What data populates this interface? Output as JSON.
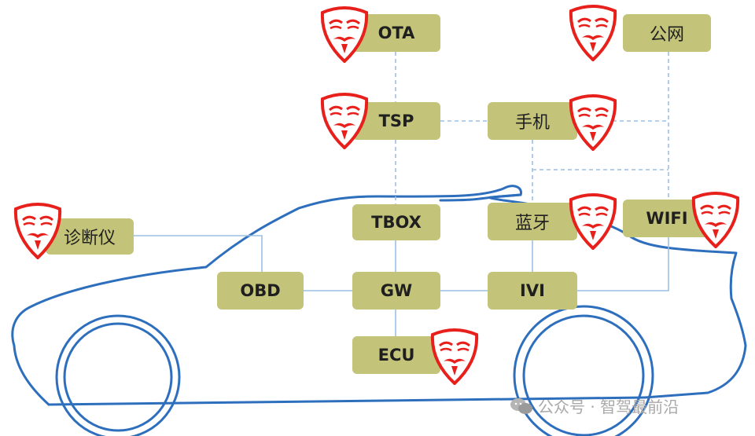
{
  "nodes": {
    "ota": "OTA",
    "public_net": "公网",
    "tsp": "TSP",
    "phone": "手机",
    "diag": "诊断仪",
    "tbox": "TBOX",
    "bluetooth": "蓝牙",
    "wifi": "WIFI",
    "obd": "OBD",
    "gw": "GW",
    "ivi": "IVI",
    "ecu": "ECU"
  },
  "watermark": {
    "text": "公众号 · 智驾最前沿",
    "icon": "wechat-icon"
  },
  "colors": {
    "box_fill": "#c3c479",
    "car_outline": "#2e6fbd",
    "link_line": "#9cbfe4",
    "mask_red": "#e8201c"
  },
  "icons": {
    "attack_marker": "hacker-mask-icon"
  }
}
